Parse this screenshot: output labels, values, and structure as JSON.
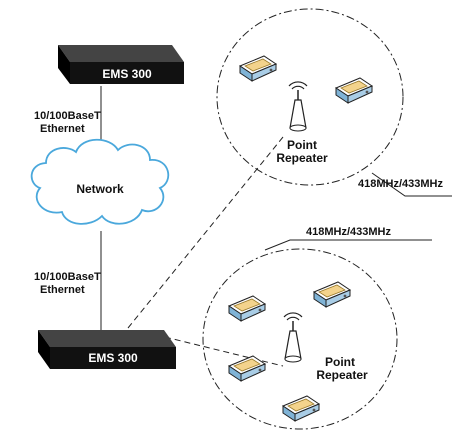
{
  "diagram": {
    "top_device_label": "EMS 300",
    "bottom_device_label": "EMS 300",
    "top_link_label_line1": "10/100BaseT",
    "top_link_label_line2": "Ethernet",
    "bottom_link_label_line1": "10/100BaseT",
    "bottom_link_label_line2": "Ethernet",
    "cloud_label": "Network",
    "top_repeater_line1": "Point",
    "top_repeater_line2": "Repeater",
    "bottom_repeater_line1": "Point",
    "bottom_repeater_line2": "Repeater",
    "top_frequency_label": "418MHz/433MHz",
    "bottom_frequency_label": "418MHz/433MHz"
  },
  "colors": {
    "device_body": "#111111",
    "cloud_stroke": "#4aa8dc",
    "cloud_fill": "#ffffff",
    "sensor_face": "#f3d38c",
    "sensor_body": "#a9cde6",
    "line": "#222222"
  }
}
